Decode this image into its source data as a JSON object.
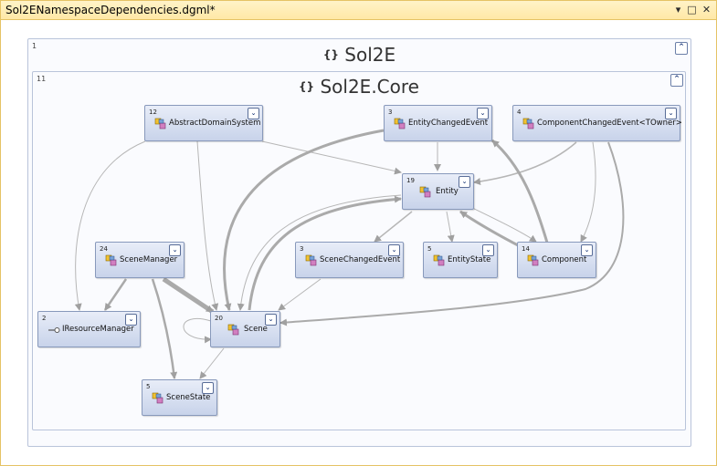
{
  "window": {
    "title": "Sol2ENamespaceDependencies.dgml*"
  },
  "controls": {
    "dropdown": "▾",
    "maximize": "□",
    "close": "✕"
  },
  "outer_group": {
    "count": "1",
    "title": "Sol2E",
    "collapse": "⌃"
  },
  "inner_group": {
    "count": "11",
    "title": "Sol2E.Core",
    "collapse": "⌃"
  },
  "namespace_glyph": "{}",
  "nodes": {
    "abstractdomainsystem": {
      "count": "12",
      "label": "AbstractDomainSystem"
    },
    "entitychangedevent": {
      "count": "3",
      "label": "EntityChangedEvent"
    },
    "componentchangedevent": {
      "count": "4",
      "label": "ComponentChangedEvent<TOwner>"
    },
    "entity": {
      "count": "19",
      "label": "Entity"
    },
    "scenemanager": {
      "count": "24",
      "label": "SceneManager"
    },
    "scenechangedevent": {
      "count": "3",
      "label": "SceneChangedEvent"
    },
    "entitystate": {
      "count": "5",
      "label": "EntityState"
    },
    "component": {
      "count": "14",
      "label": "Component"
    },
    "iresourcemanager": {
      "count": "2",
      "label": "IResourceManager"
    },
    "scene": {
      "count": "20",
      "label": "Scene"
    },
    "scenestate": {
      "count": "5",
      "label": "SceneState"
    }
  },
  "expand_glyph": "⌄"
}
